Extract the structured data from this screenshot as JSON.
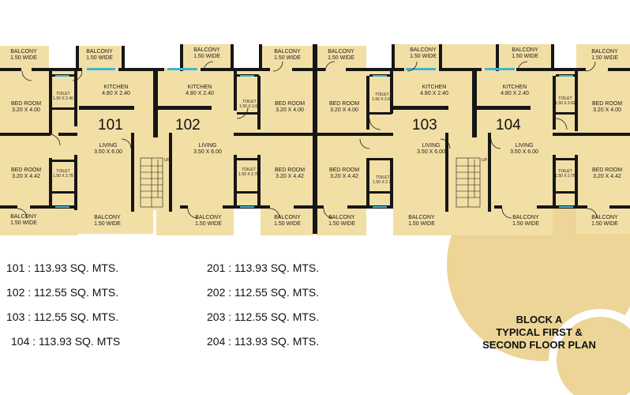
{
  "rooms": [
    {
      "name": "BALCONY",
      "dim": "1.50 WIDE"
    },
    {
      "name": "BALCONY",
      "dim": "1.50 WIDE"
    },
    {
      "name": "BALCONY",
      "dim": "1.50 WIDE"
    },
    {
      "name": "BALCONY",
      "dim": "1.50 WIDE"
    },
    {
      "name": "BALCONY",
      "dim": "1.50 WIDE"
    },
    {
      "name": "BALCONY",
      "dim": "1.50 WIDE"
    },
    {
      "name": "BALCONY",
      "dim": "1.50 WIDE"
    },
    {
      "name": "BALCONY",
      "dim": "1.50 WIDE"
    },
    {
      "name": "KITCHEN",
      "dim": "4.80 X 2.40"
    },
    {
      "name": "KITCHEN",
      "dim": "4.80 X 2.40"
    },
    {
      "name": "KITCHEN",
      "dim": "4.80 X 2.40"
    },
    {
      "name": "KITCHEN",
      "dim": "4.80 X 2.40"
    },
    {
      "name": "BED ROOM",
      "dim": "3.20 X 4.00"
    },
    {
      "name": "BED ROOM",
      "dim": "3.20 X 4.00"
    },
    {
      "name": "BED ROOM",
      "dim": "3.20 X 4.00"
    },
    {
      "name": "BED ROOM",
      "dim": "3.20 X 4.00"
    },
    {
      "name": "BED ROOM",
      "dim": "3.20 X 4.42"
    },
    {
      "name": "BED ROOM",
      "dim": "3.20 X 4.42"
    },
    {
      "name": "BED ROOM",
      "dim": "3.20 X 4.42"
    },
    {
      "name": "BED ROOM",
      "dim": "3.20 X 4.42"
    },
    {
      "name": "LIVING",
      "dim": "3.50 X 6.00"
    },
    {
      "name": "LIVING",
      "dim": "3.50 X 6.00"
    },
    {
      "name": "LIVING",
      "dim": "3.50 X 6.00"
    },
    {
      "name": "LIVING",
      "dim": "3.50 X 6.00"
    },
    {
      "name": "BALCONY",
      "dim": "1.50 WIDE"
    },
    {
      "name": "BALCONY",
      "dim": "1.50 WIDE"
    },
    {
      "name": "BALCONY",
      "dim": "1.50 WIDE"
    },
    {
      "name": "BALCONY",
      "dim": "1.50 WIDE"
    },
    {
      "name": "BALCONY",
      "dim": "1.50 WIDE"
    },
    {
      "name": "BALCONY",
      "dim": "1.50 WIDE"
    },
    {
      "name": "BALCONY",
      "dim": "1.50 WIDE"
    },
    {
      "name": "BALCONY",
      "dim": "1.50 WIDE"
    }
  ],
  "toilets": [
    {
      "name": "TOILET",
      "dim": "1.50 X 2.40"
    },
    {
      "name": "TOILET",
      "dim": "1.50 X 2.62"
    },
    {
      "name": "TOILET",
      "dim": "1.50 X 2.62"
    },
    {
      "name": "TOILET",
      "dim": "1.50 X 2.62"
    },
    {
      "name": "TOILET",
      "dim": "1.50 X 2.78"
    },
    {
      "name": "TOILET",
      "dim": "1.50 X 2.78"
    },
    {
      "name": "TOILET",
      "dim": "1.50 X 2.78"
    },
    {
      "name": "TOILET",
      "dim": "1.50 X 2.78"
    }
  ],
  "units": [
    "101",
    "102",
    "103",
    "104"
  ],
  "stairs": [
    "UP",
    "UP"
  ],
  "areas_left": [
    "101 : 113.93 SQ. MTS.",
    "102 : 112.55 SQ. MTS.",
    "103 : 112.55 SQ. MTS.",
    "104 : 113.93 SQ. MTS"
  ],
  "areas_right": [
    "201 : 113.93 SQ. MTS.",
    "202 : 112.55 SQ. MTS.",
    "203 : 112.55 SQ. MTS.",
    "204 : 113.93 SQ. MTS."
  ],
  "block_title": [
    "BLOCK A",
    "TYPICAL FIRST &",
    "SECOND FLOOR PLAN"
  ],
  "colors": {
    "room": "#f2dfa5",
    "wall": "#161616",
    "circle": "#ecd596",
    "window": "#3fb3d6",
    "background": "#ffffff"
  }
}
